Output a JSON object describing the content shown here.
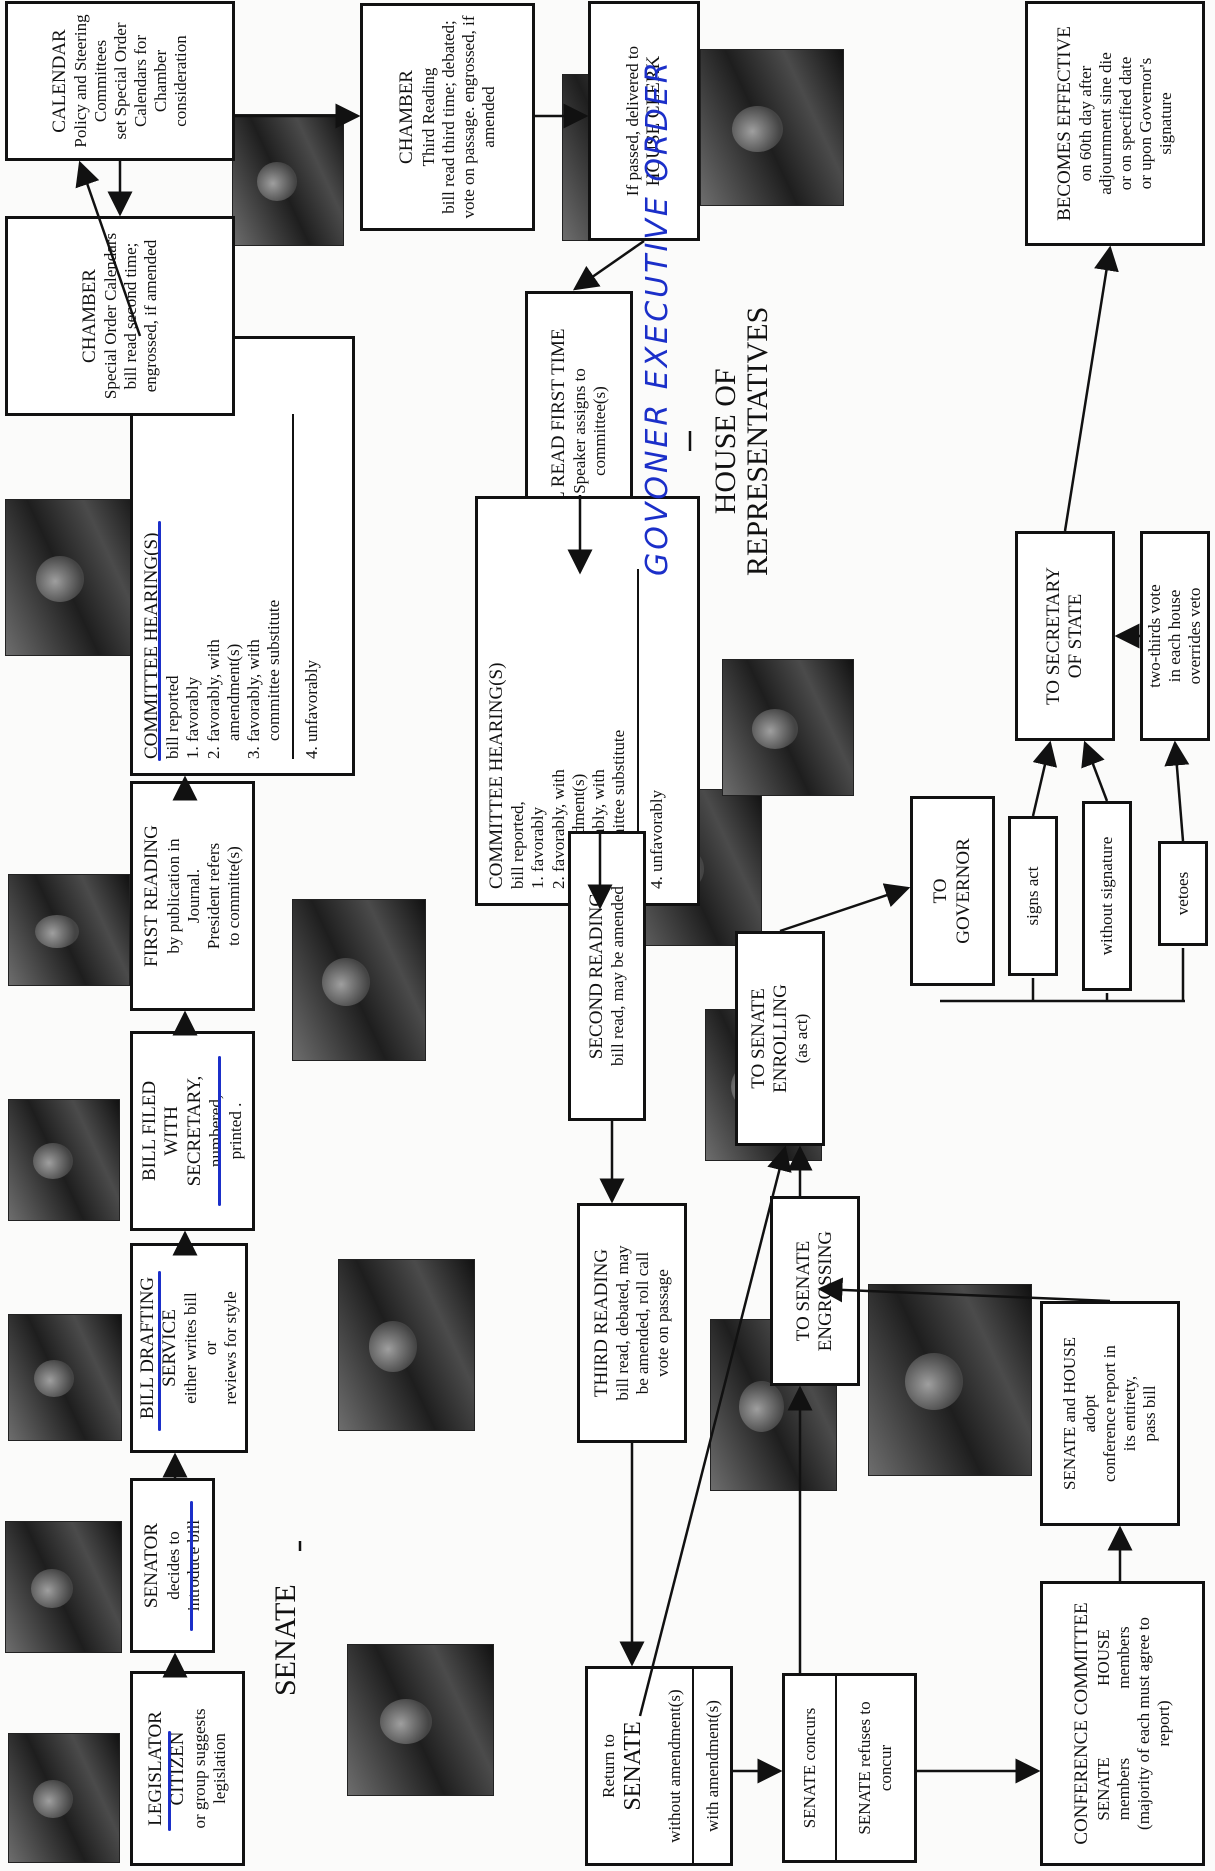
{
  "senate_label": "SENATE",
  "house_label": {
    "line1": "HOUSE OF",
    "line2": "REPRESENTATIVES"
  },
  "handwritten": "GOVONER EXECUTIVE ORDER",
  "boxes": {
    "legislator": {
      "title": "LEGISLATOR",
      "line2": "CITIZEN",
      "line3": "or group suggests",
      "line4": "legislation"
    },
    "senator": {
      "title": "SENATOR",
      "line2": "decides to",
      "line3": "introduce bill"
    },
    "drafting": {
      "title": "BILL DRAFTING",
      "line2": "SERVICE",
      "line3": "either writes bill",
      "line4": "or",
      "line5": "reviews for style"
    },
    "filed": {
      "title": "BILL FILED",
      "line2": "WITH",
      "line3": "SECRETARY,",
      "line4": "numbered,",
      "line5": "printed ."
    },
    "first_reading": {
      "title": "FIRST READING",
      "line2": "by publication in",
      "line3": "Journal.",
      "line4": "President refers",
      "line5": "to committe(s)"
    },
    "senate_hearing": {
      "title": "COMMITTEE HEARING(S)",
      "line1": "bill reported",
      "opt1": "1. favorably",
      "opt2": "2. favorably, with",
      "opt2b": "amendment(s)",
      "opt3": "3. favorably, with",
      "opt3b": "committee substitute",
      "opt4": "4. unfavorably"
    },
    "calendar": {
      "title": "CALENDAR",
      "line2": "Policy and Steering Committees",
      "line3": "set Special Order Calendars for",
      "line4": "Chamber consideration"
    },
    "chamber2": {
      "title": "CHAMBER",
      "line2": "Special Order Calendars",
      "line3": "bill read second time;",
      "line4": "engrossed, if amended"
    },
    "chamber3": {
      "title": "CHAMBER",
      "line2": "Third Reading",
      "line3": "bill read third time; debated;",
      "line4": "vote on passage. engrossed, if",
      "line5": "amended"
    },
    "house_clerk": {
      "line1": "If passed, delivered to",
      "line2": "HOUSE CLERK"
    },
    "house_first": {
      "title": "BILL READ FIRST TIME",
      "line2": "Speaker assigns to",
      "line3": "committee(s)"
    },
    "house_hearing": {
      "title": "COMMITTEE HEARING(S)",
      "line1": "bill reported,",
      "opt1": "1. favorably",
      "opt2": "2. favorably, with",
      "opt2b": "amendment(s)",
      "opt3": "3. favorably, with",
      "opt3b": "committee substitute",
      "opt4": "4. unfavorably"
    },
    "second_reading": {
      "title": "SECOND READING",
      "line2": "bill read, may be amended"
    },
    "third_reading": {
      "title": "THIRD READING",
      "line2": "bill read, debated, may",
      "line3": "be amended, roll call",
      "line4": "vote on passage"
    },
    "return_senate": {
      "line1": "Return to",
      "line2": "SENATE",
      "without": "without amendment(s)",
      "with": "with amendment(s)"
    },
    "senate_concur": {
      "concurs": "SENATE concurs",
      "refuses1": "SENATE refuses to",
      "refuses2": "concur"
    },
    "engrossing": {
      "title": "TO SENATE",
      "line2": "ENGROSSING"
    },
    "enrolling": {
      "title": "TO SENATE",
      "line2": "ENROLLING",
      "line3": "(as act)"
    },
    "conference": {
      "title": "CONFERENCE COMMITTEE",
      "senate": "SENATE",
      "house": "HOUSE",
      "members": "members",
      "note": "(majority of each must agree to report)"
    },
    "adopt": {
      "line1": "SENATE and HOUSE",
      "line2": "adopt",
      "line3": "conference report in",
      "line4": "its entirety,",
      "line5": "pass bill"
    },
    "governor": {
      "line1": "TO",
      "line2": "GOVERNOR"
    },
    "signs": "signs act",
    "without_sig": "without signature",
    "vetoes": "vetoes",
    "secretary_state": {
      "line1": "TO SECRETARY",
      "line2": "OF STATE"
    },
    "override": {
      "line1": "two-thirds vote",
      "line2": "in each house",
      "line3": "overrides veto"
    },
    "effective": {
      "title": "BECOMES EFFECTIVE",
      "line2": "on 60th day after",
      "line3": "adjournment sine die",
      "line4": "or on specified date",
      "line5": "or upon Governor's",
      "line6": "signature"
    }
  }
}
